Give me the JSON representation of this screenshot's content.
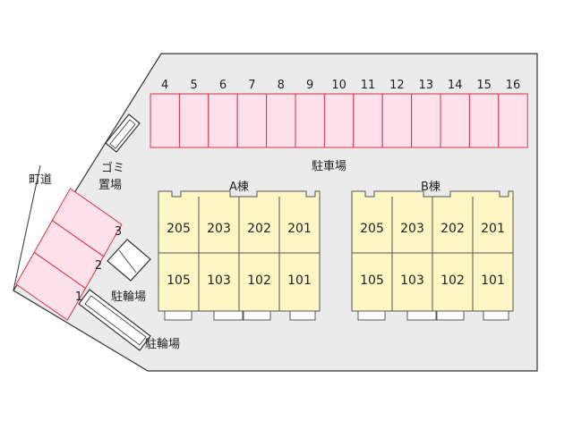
{
  "colors": {
    "ground": "#ebebeb",
    "parking_fill": "#fde0ea",
    "parking_stroke": "#d8324b",
    "building_fill": "#fbf6c3",
    "building_stroke": "#555555",
    "outline": "#333333"
  },
  "labels": {
    "road": "町道",
    "garbage_line1": "ゴミ",
    "garbage_line2": "置場",
    "parking": "駐車場",
    "bike_parking_1": "駐輪場",
    "bike_parking_2": "駐輪場",
    "building_a": "A棟",
    "building_b": "B棟"
  },
  "parking_top": [
    "4",
    "5",
    "6",
    "7",
    "8",
    "9",
    "10",
    "11",
    "12",
    "13",
    "14",
    "15",
    "16"
  ],
  "parking_side": [
    "1",
    "2",
    "3"
  ],
  "building_a": {
    "upper": [
      "205",
      "203",
      "202",
      "201"
    ],
    "lower": [
      "105",
      "103",
      "102",
      "101"
    ]
  },
  "building_b": {
    "upper": [
      "205",
      "203",
      "202",
      "201"
    ],
    "lower": [
      "105",
      "103",
      "102",
      "101"
    ]
  }
}
